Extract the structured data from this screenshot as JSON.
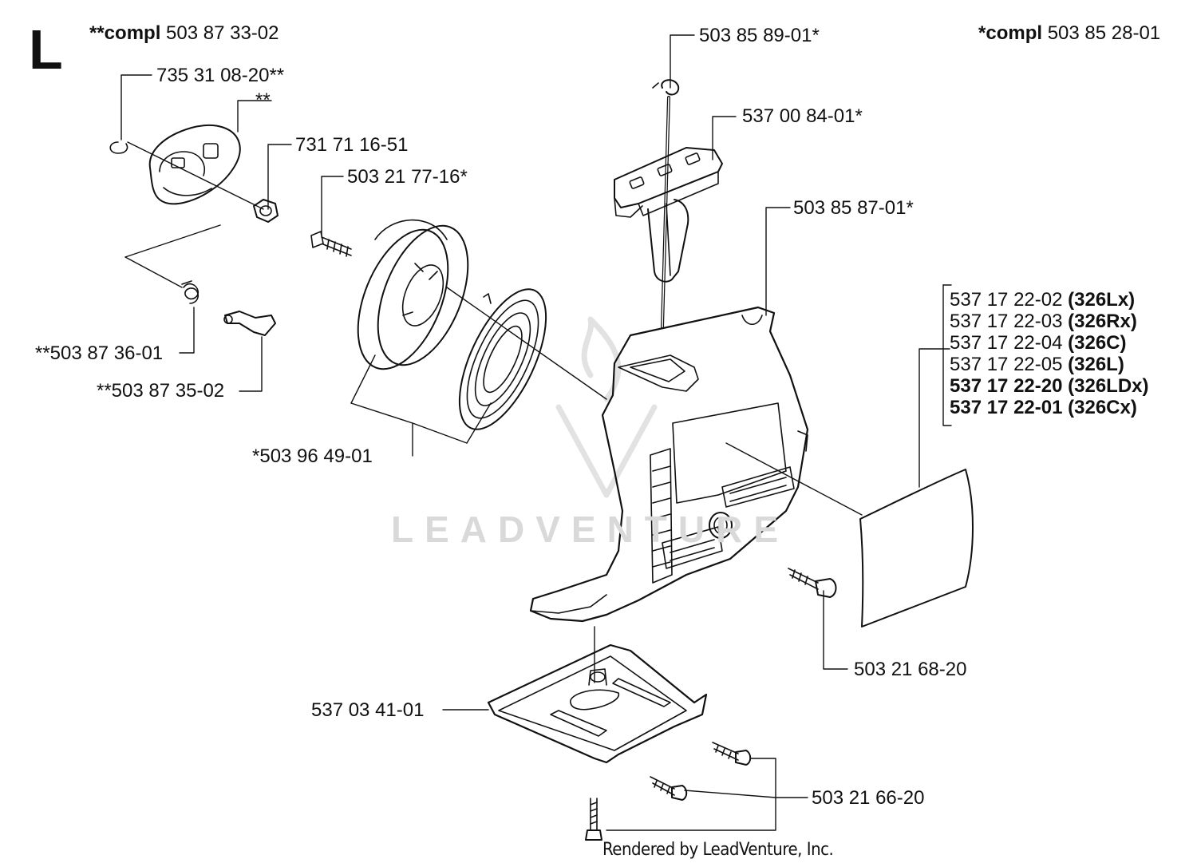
{
  "section_letter": "L",
  "complete_sets": {
    "double": {
      "prefix": "**compl",
      "number": "503 87 33-02"
    },
    "single": {
      "prefix": "*compl",
      "number": "503 85 28-01"
    }
  },
  "callouts": {
    "retainer_ring": "735 31 08-20**",
    "cover_marker": "**",
    "nut": "731 71 16-51",
    "pulley_screw": "503 21 77-16*",
    "spring": "**503 87 36-01",
    "pawl": "**503 87 35-02",
    "pulley_assembly": "*503 96 49-01",
    "starter_rope": "503 85 89-01*",
    "starter_handle": "537 00 84-01*",
    "housing": "503 85 87-01*",
    "housing_screw": "503 21 68-20",
    "bracket": "537 03 41-01",
    "bracket_screws": "503 21 66-20"
  },
  "decals": [
    {
      "number": "537 17 22-02",
      "model": "(326Lx)",
      "bold": false
    },
    {
      "number": "537 17 22-03",
      "model": "(326Rx)",
      "bold": false
    },
    {
      "number": "537 17 22-04",
      "model": "(326C)",
      "bold": false
    },
    {
      "number": "537 17 22-05",
      "model": "(326L)",
      "bold": false
    },
    {
      "number": "537 17 22-20",
      "model": "(326LDx)",
      "bold": true
    },
    {
      "number": "537 17 22-01",
      "model": "(326Cx)",
      "bold": true
    }
  ],
  "watermark": "LEADVENTURE",
  "footer": "Rendered by LeadVenture, Inc."
}
